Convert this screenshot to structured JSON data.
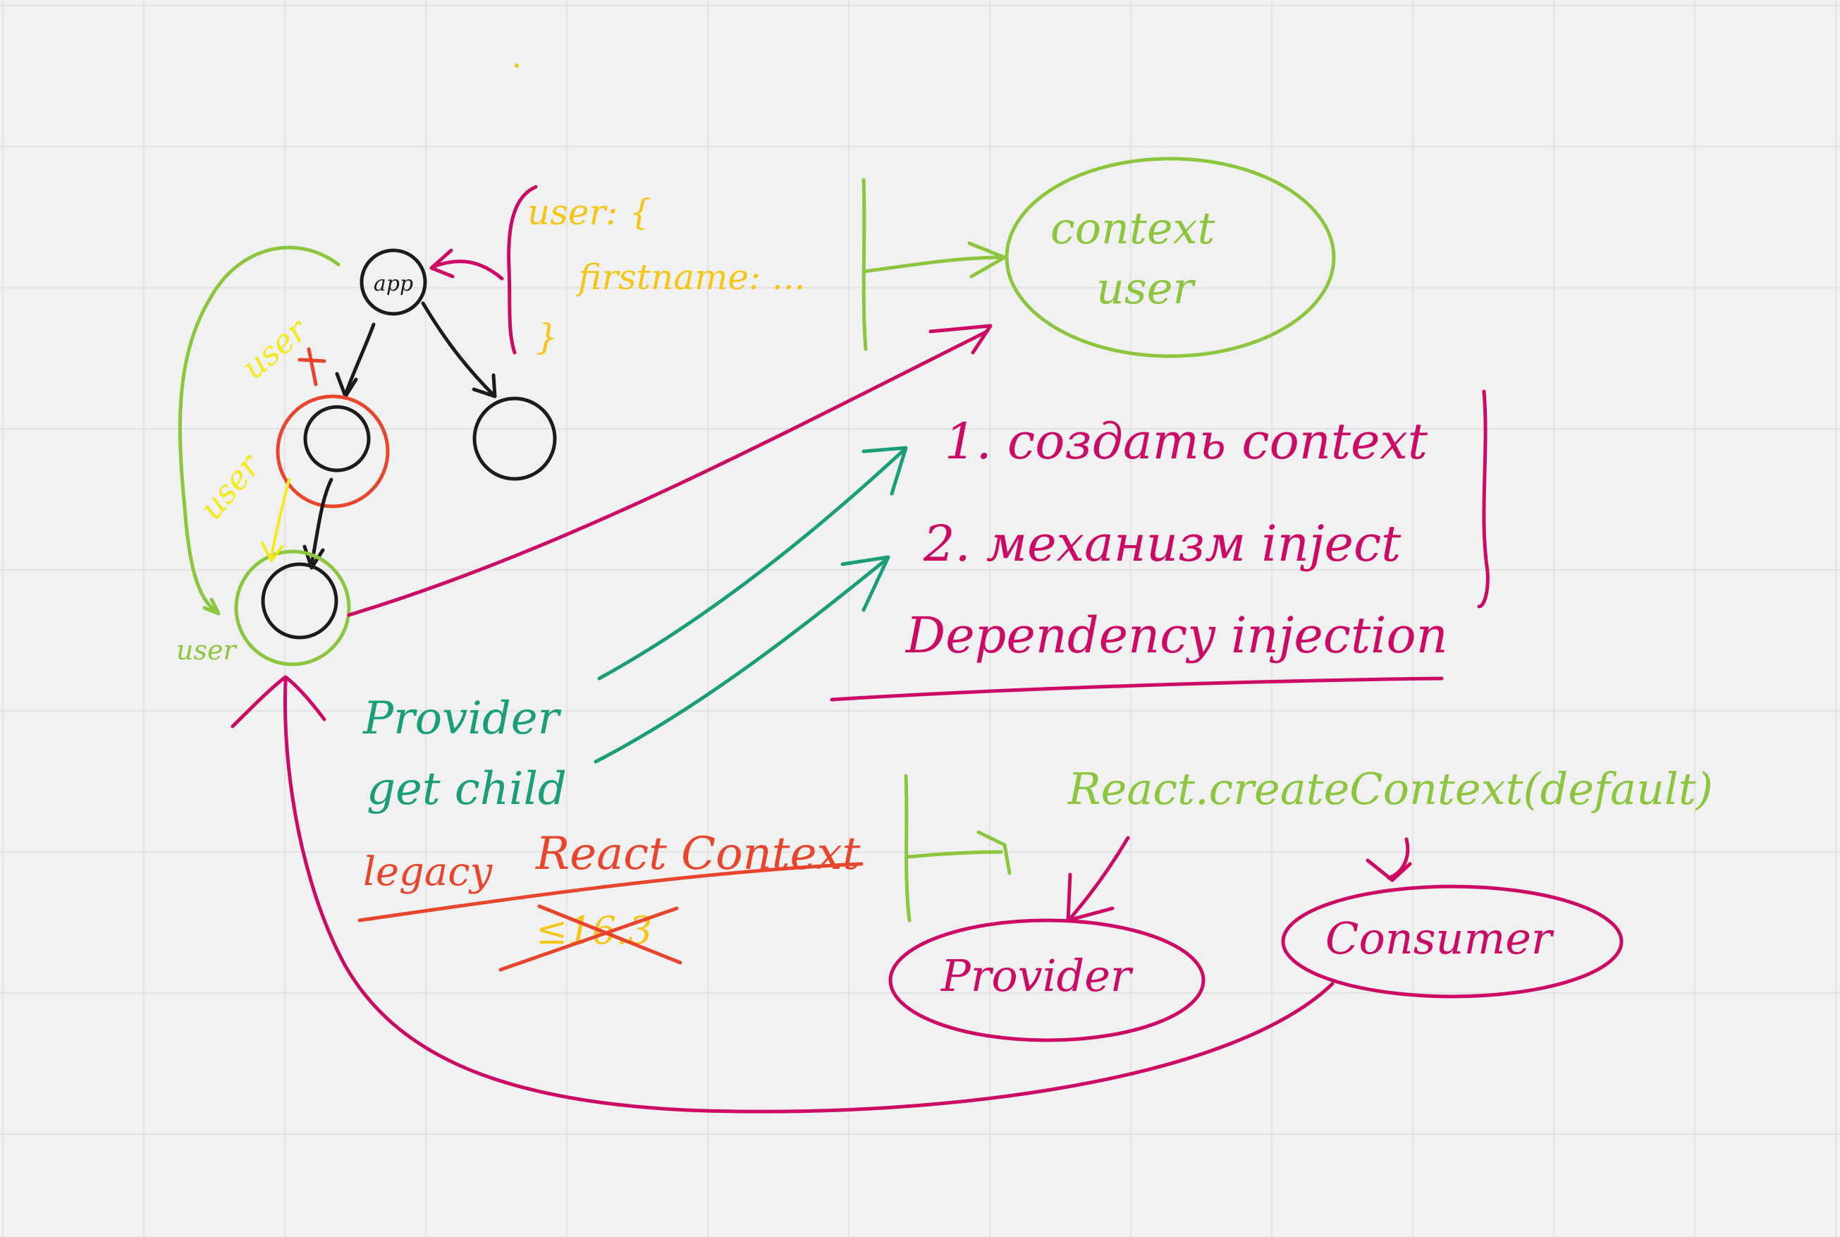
{
  "colors": {
    "background": "#f1f1f1",
    "grid": "#e2e2e2",
    "black": "#1b1b1b",
    "lime": "#8cc63f",
    "yellow": "#f5c518",
    "bright_yellow": "#f2ea1c",
    "red": "#e8452c",
    "magenta": "#cc0a66",
    "teal": "#1a9e7a"
  },
  "tree": {
    "root_label": "app",
    "side_labels": [
      "user",
      "user",
      "user"
    ],
    "cut_mark": "x"
  },
  "state_object": {
    "line1": "user: {",
    "line2": "firstname: ...",
    "line3": "}"
  },
  "context_box": {
    "line1": "context",
    "line2": "user"
  },
  "steps": {
    "step1": "1. создать context",
    "step2": "2. механизм inject",
    "di": "Dependency injection"
  },
  "provider_notes": {
    "line1": "Provider",
    "line2": "get child"
  },
  "legacy_note": {
    "word1": "legacy",
    "word2": "React Context",
    "version": "≤16.3"
  },
  "api": {
    "call": "React.createContext(default)",
    "provider": "Provider",
    "consumer": "Consumer"
  }
}
